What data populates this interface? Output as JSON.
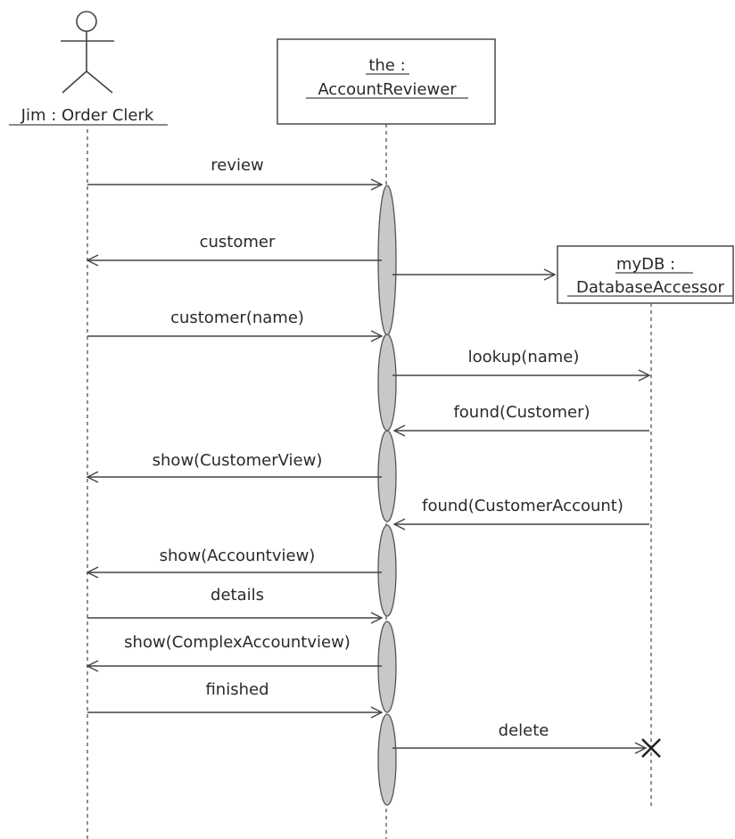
{
  "actor": {
    "name": "Jim : Order Clerk"
  },
  "objects": {
    "reviewer": {
      "line1": "the :",
      "line2": "AccountReviewer"
    },
    "db": {
      "line1": "myDB :",
      "line2": "DatabaseAccessor"
    }
  },
  "messages": [
    {
      "id": "review",
      "label": "review",
      "from": "clerk",
      "to": "reviewer"
    },
    {
      "id": "customer-return",
      "label": "customer",
      "from": "reviewer",
      "to": "clerk"
    },
    {
      "id": "create-db",
      "label": "",
      "from": "reviewer",
      "to": "db"
    },
    {
      "id": "customer-name",
      "label": "customer(name)",
      "from": "clerk",
      "to": "reviewer"
    },
    {
      "id": "lookup",
      "label": "lookup(name)",
      "from": "reviewer",
      "to": "db"
    },
    {
      "id": "found-customer",
      "label": "found(Customer)",
      "from": "db",
      "to": "reviewer"
    },
    {
      "id": "show-customer-view",
      "label": "show(CustomerView)",
      "from": "reviewer",
      "to": "clerk"
    },
    {
      "id": "found-customer-account",
      "label": "found(CustomerAccount)",
      "from": "db",
      "to": "reviewer"
    },
    {
      "id": "show-account-view",
      "label": "show(Accountview)",
      "from": "reviewer",
      "to": "clerk"
    },
    {
      "id": "details",
      "label": "details",
      "from": "clerk",
      "to": "reviewer"
    },
    {
      "id": "show-complex-account-view",
      "label": "show(ComplexAccountview)",
      "from": "reviewer",
      "to": "clerk"
    },
    {
      "id": "finished",
      "label": "finished",
      "from": "clerk",
      "to": "reviewer"
    },
    {
      "id": "delete",
      "label": "delete",
      "from": "reviewer",
      "to": "db"
    }
  ],
  "colors": {
    "line": "#444444",
    "activation_fill": "#c8c8c8",
    "box_border": "#555555"
  }
}
